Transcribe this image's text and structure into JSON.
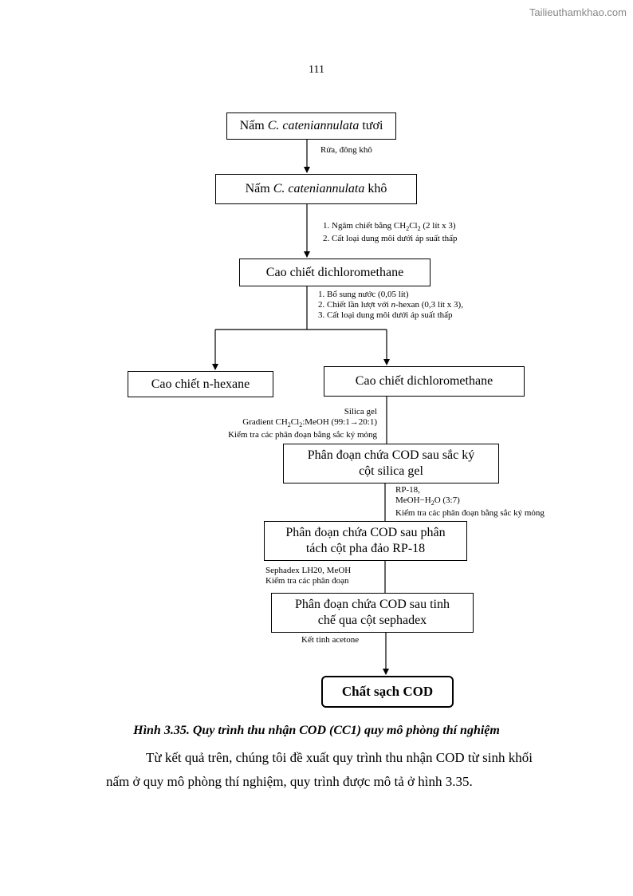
{
  "watermark": "Tailieuthamkhao.com",
  "page_number": "111",
  "boxes": {
    "b1": {
      "pre": "Nấm ",
      "italic": "C. cateniannulata",
      "post": " tươi"
    },
    "b2": {
      "pre": "Nấm ",
      "italic": "C. cateniannulata",
      "post": " khô"
    },
    "b3": "Cao chiết dichloromethane",
    "b4": "Cao chiết n-hexane",
    "b5": "Cao chiết dichloromethane",
    "b6": {
      "line1": "Phân đoạn chứa COD sau sắc ký",
      "line2": "cột silica gel"
    },
    "b7": {
      "line1": "Phân đoạn chứa COD sau phân",
      "line2": "tách cột pha đảo RP-18"
    },
    "b8": {
      "line1": "Phân đoạn chứa COD sau tinh",
      "line2": "chế qua cột sephadex"
    },
    "b9": "Chất sạch COD"
  },
  "notes": {
    "n1": "Rửa, đông khô",
    "n2": {
      "l1a": "1. Ngâm chiết bằng CH",
      "l1b": "2",
      "l1c": "Cl",
      "l1d": "2",
      "l1e": " (2 lít x 3)",
      "l2": "2. Cất loại dung môi dưới áp suất thấp"
    },
    "n3": {
      "l1": "1. Bổ sung nước (0,05 lít)",
      "l2a": "2. Chiết lần lượt với ",
      "l2b": "n",
      "l2c": "-hexan (0,3 lít x 3),",
      "l3": "3. Cất loại dung môi dưới áp suất thấp"
    },
    "n4": {
      "l1": "Silica gel",
      "l2a": "Gradient CH",
      "l2b": "2",
      "l2c": "Cl",
      "l2d": "2",
      "l2e": ":MeOH (99:1→20:1)",
      "l3": "Kiểm tra các phân đoạn bằng sắc ký mỏng"
    },
    "n5": {
      "l1": "RP-18,",
      "l2a": "MeOH−H",
      "l2b": "2",
      "l2c": "O (3:7)",
      "l3": "Kiểm tra các phân đoạn bằng sắc ký mỏng"
    },
    "n6": {
      "l1": "Sephadex LH20, MeOH",
      "l2": "Kiểm tra các phân đoạn"
    },
    "n7": "Kết tinh acetone"
  },
  "caption": "Hình 3.35. Quy trình thu nhận COD (CC1) quy mô phòng thí nghiệm",
  "paragraph": {
    "line1": "Từ kết quả trên, chúng tôi đề xuất quy trình thu nhận COD từ sinh khối",
    "line2": "nấm ở quy mô phòng thí nghiệm, quy trình được mô tả ở hình 3.35."
  }
}
